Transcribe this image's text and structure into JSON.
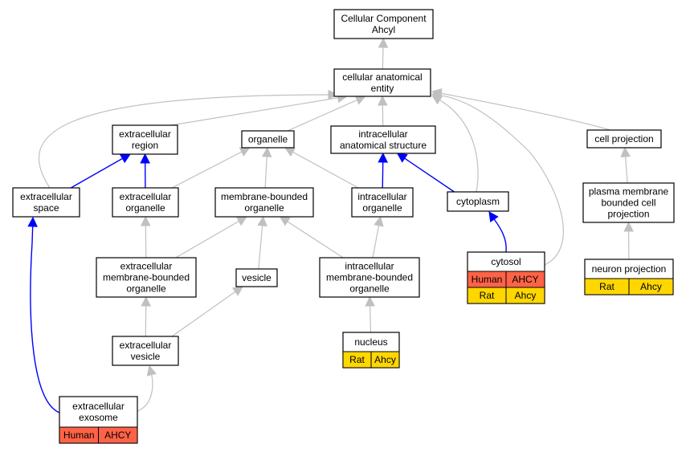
{
  "colors": {
    "is_a_edge": "#c0c0c0",
    "part_of_edge": "#0000ff",
    "human": "#ff6347",
    "rat": "#ffd700"
  },
  "nodes": {
    "root": {
      "lines": [
        "Cellular Component",
        "Ahcyl"
      ]
    },
    "cae": {
      "lines": [
        "cellular anatomical",
        "entity"
      ]
    },
    "exreg": {
      "lines": [
        "extracellular",
        "region"
      ]
    },
    "organelle": {
      "lines": [
        "organelle"
      ]
    },
    "ias": {
      "lines": [
        "intracellular",
        "anatomical structure"
      ]
    },
    "cellproj": {
      "lines": [
        "cell projection"
      ]
    },
    "exspace": {
      "lines": [
        "extracellular",
        "space"
      ]
    },
    "exorg": {
      "lines": [
        "extracellular",
        "organelle"
      ]
    },
    "mbo": {
      "lines": [
        "membrane-bounded",
        "organelle"
      ]
    },
    "intorg": {
      "lines": [
        "intracellular",
        "organelle"
      ]
    },
    "cytoplasm": {
      "lines": [
        "cytoplasm"
      ]
    },
    "pmbcp": {
      "lines": [
        "plasma membrane",
        "bounded cell",
        "projection"
      ]
    },
    "exmbo": {
      "lines": [
        "extracellular",
        "membrane-bounded",
        "organelle"
      ]
    },
    "vesicle": {
      "lines": [
        "vesicle"
      ]
    },
    "intmbo": {
      "lines": [
        "intracellular",
        "membrane-bounded",
        "organelle"
      ]
    },
    "cytosol": {
      "lines": [
        "cytosol"
      ],
      "rows": [
        [
          "Human",
          "AHCY",
          "human"
        ],
        [
          "Rat",
          "Ahcy",
          "rat"
        ]
      ]
    },
    "neuronproj": {
      "lines": [
        "neuron projection"
      ],
      "rows": [
        [
          "Rat",
          "Ahcy",
          "rat"
        ]
      ]
    },
    "exves": {
      "lines": [
        "extracellular",
        "vesicle"
      ]
    },
    "nucleus": {
      "lines": [
        "nucleus"
      ],
      "rows": [
        [
          "Rat",
          "Ahcy",
          "rat"
        ]
      ]
    },
    "exosome": {
      "lines": [
        "extracellular",
        "exosome"
      ],
      "rows": [
        [
          "Human",
          "AHCY",
          "human"
        ]
      ]
    }
  },
  "edges": [
    {
      "from": "cae",
      "to": "root",
      "type": "is_a"
    },
    {
      "from": "exreg",
      "to": "cae",
      "type": "is_a"
    },
    {
      "from": "organelle",
      "to": "cae",
      "type": "is_a"
    },
    {
      "from": "ias",
      "to": "cae",
      "type": "is_a"
    },
    {
      "from": "cellproj",
      "to": "cae",
      "type": "is_a"
    },
    {
      "from": "exspace",
      "to": "cae",
      "type": "is_a"
    },
    {
      "from": "cytoplasm",
      "to": "cae",
      "type": "is_a"
    },
    {
      "from": "cytosol",
      "to": "cae",
      "type": "is_a"
    },
    {
      "from": "exspace",
      "to": "exreg",
      "type": "part_of"
    },
    {
      "from": "exorg",
      "to": "exreg",
      "type": "part_of"
    },
    {
      "from": "exorg",
      "to": "organelle",
      "type": "is_a"
    },
    {
      "from": "mbo",
      "to": "organelle",
      "type": "is_a"
    },
    {
      "from": "intorg",
      "to": "organelle",
      "type": "is_a"
    },
    {
      "from": "intorg",
      "to": "ias",
      "type": "part_of"
    },
    {
      "from": "cytoplasm",
      "to": "ias",
      "type": "part_of"
    },
    {
      "from": "pmbcp",
      "to": "cellproj",
      "type": "is_a"
    },
    {
      "from": "exmbo",
      "to": "exorg",
      "type": "is_a"
    },
    {
      "from": "exmbo",
      "to": "mbo",
      "type": "is_a"
    },
    {
      "from": "vesicle",
      "to": "mbo",
      "type": "is_a"
    },
    {
      "from": "intmbo",
      "to": "mbo",
      "type": "is_a"
    },
    {
      "from": "intmbo",
      "to": "intorg",
      "type": "is_a"
    },
    {
      "from": "cytosol",
      "to": "cytoplasm",
      "type": "part_of"
    },
    {
      "from": "neuronproj",
      "to": "pmbcp",
      "type": "is_a"
    },
    {
      "from": "exves",
      "to": "exmbo",
      "type": "is_a"
    },
    {
      "from": "exves",
      "to": "vesicle",
      "type": "is_a"
    },
    {
      "from": "nucleus",
      "to": "intmbo",
      "type": "is_a"
    },
    {
      "from": "exosome",
      "to": "exves",
      "type": "is_a"
    },
    {
      "from": "exosome",
      "to": "exspace",
      "type": "part_of"
    }
  ]
}
